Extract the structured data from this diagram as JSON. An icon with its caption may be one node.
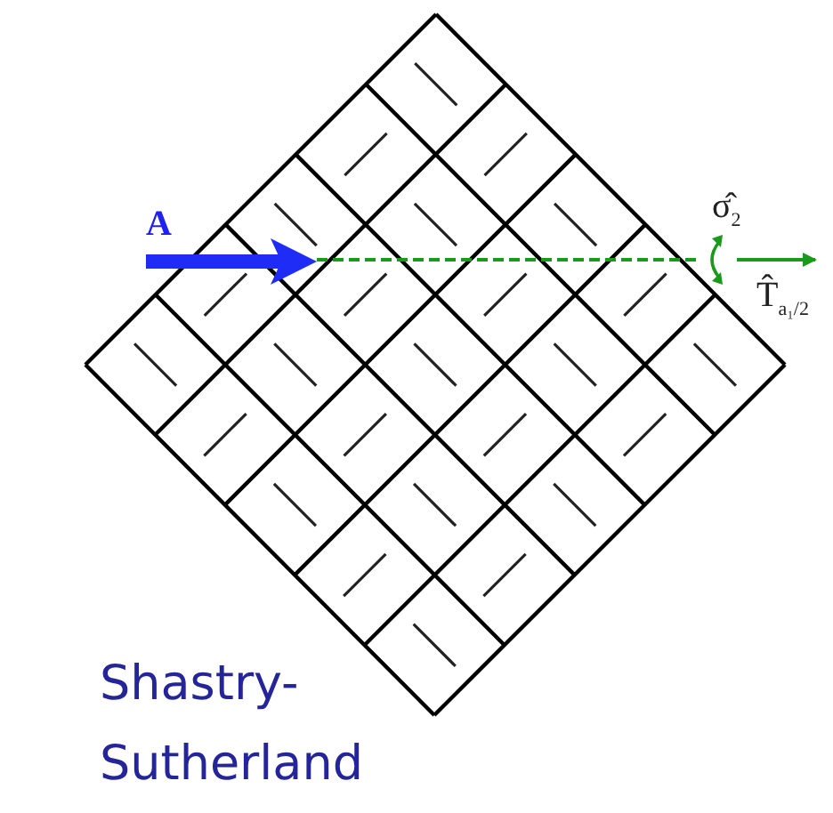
{
  "diagram": {
    "caption": "Shastry- Sutherland",
    "labels": [
      "A",
      "σ̂$_{2}$",
      "T̂$_{a₁/2}$"
    ]
  }
}
